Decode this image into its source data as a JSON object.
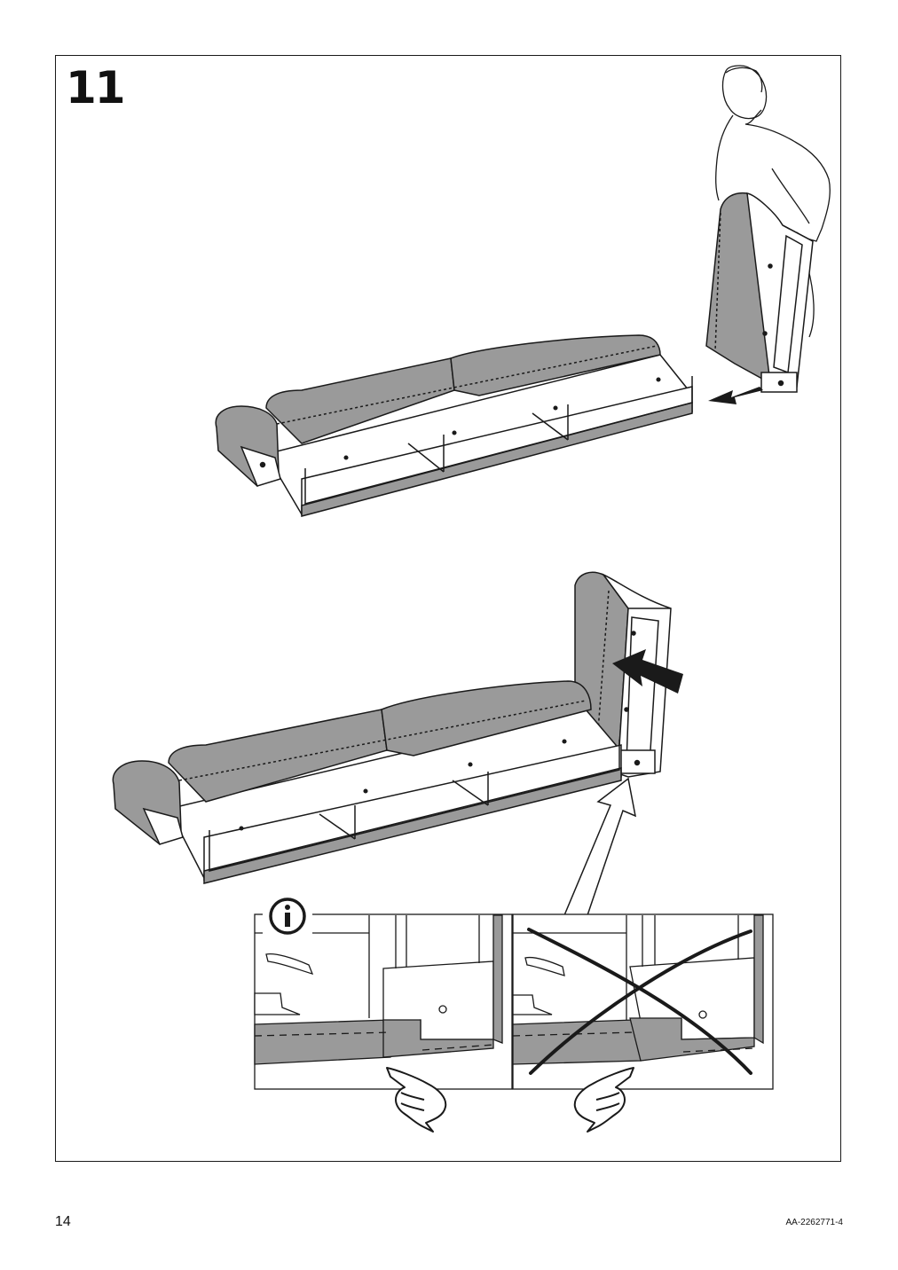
{
  "step": {
    "number": "11"
  },
  "info_panel": {
    "icon": "info-icon",
    "correct_icon": "pointing-hand-icon",
    "incorrect_mark": "cross-icon"
  },
  "footer": {
    "page_number": "14",
    "document_code": "AA-2262771-4"
  },
  "colors": {
    "fabric": "#9a9a9a",
    "line": "#1a1a1a",
    "background": "#ffffff"
  }
}
